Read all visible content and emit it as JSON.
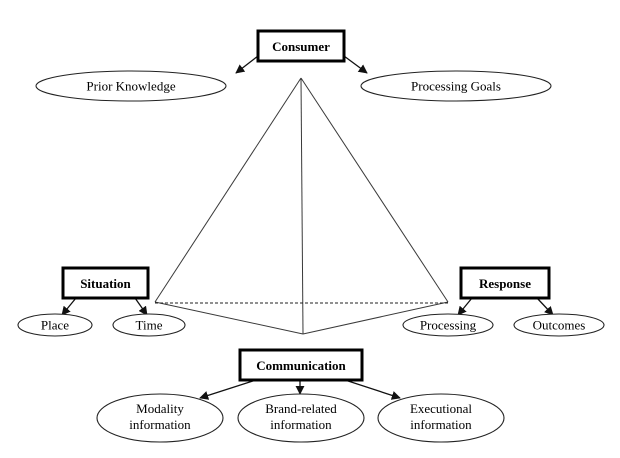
{
  "nodes": {
    "consumer": "Consumer",
    "situation": "Situation",
    "response": "Response",
    "communication": "Communication"
  },
  "ellipses": {
    "prior_knowledge": "Prior Knowledge",
    "processing_goals": "Processing Goals",
    "place": "Place",
    "time": "Time",
    "processing": "Processing",
    "outcomes": "Outcomes",
    "modality": [
      "Modality",
      "information"
    ],
    "brand_related": [
      "Brand-related",
      "information"
    ],
    "executional": [
      "Executional",
      "information"
    ]
  }
}
